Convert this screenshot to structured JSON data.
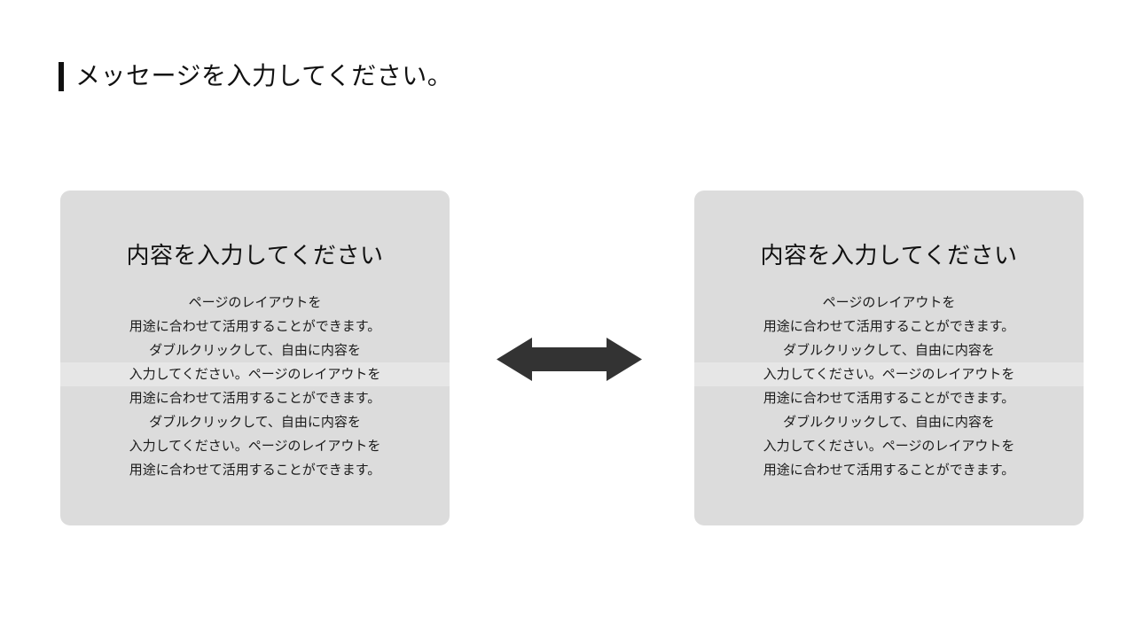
{
  "slide": {
    "background_color": "#ffffff",
    "title": "メッセージを入力してください。",
    "accent_color": "#111111"
  },
  "cards": {
    "fill_color": "#dcdcdc",
    "left": {
      "heading": "内容を入力してください",
      "body_lines": [
        "ページのレイアウトを",
        "用途に合わせて活用することができます。",
        "ダブルクリックして、自由に内容を",
        "入力してください。ページのレイアウトを",
        "用途に合わせて活用することができます。",
        "ダブルクリックして、自由に内容を",
        "入力してください。ページのレイアウトを",
        "用途に合わせて活用することができます。"
      ]
    },
    "right": {
      "heading": "内容を入力してください",
      "body_lines": [
        "ページのレイアウトを",
        "用途に合わせて活用することができます。",
        "ダブルクリックして、自由に内容を",
        "入力してください。ページのレイアウトを",
        "用途に合わせて活用することができます。",
        "ダブルクリックして、自由に内容を",
        "入力してください。ページのレイアウトを",
        "用途に合わせて活用することができます。"
      ]
    }
  },
  "connector": {
    "icon": "double-arrow-horizontal-icon",
    "color": "#333333"
  }
}
